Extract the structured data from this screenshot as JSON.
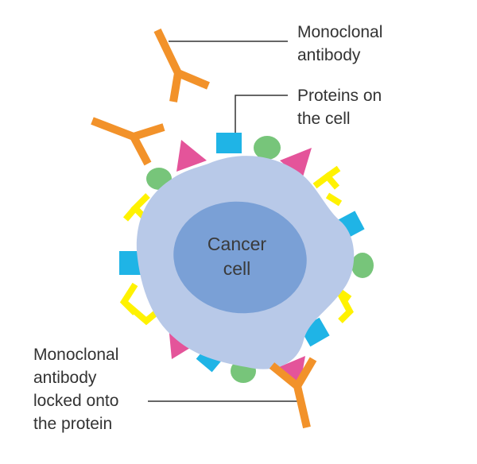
{
  "labels": {
    "monoclonal_antibody": [
      "Monoclonal",
      "antibody"
    ],
    "proteins_on_cell": [
      "Proteins on",
      "the cell"
    ],
    "cancer_cell": [
      "Cancer",
      "cell"
    ],
    "antibody_locked": [
      "Monoclonal",
      "antibody",
      "locked onto",
      "the protein"
    ]
  },
  "colors": {
    "cell_body": "#b8c9e8",
    "nucleus": "#7aa0d6",
    "antibody": "#f2922a",
    "protein_blue": "#1fb4e6",
    "protein_green": "#77c57a",
    "protein_pink": "#e4549a",
    "protein_yellow": "#fff200",
    "leader_line": "#333333"
  }
}
